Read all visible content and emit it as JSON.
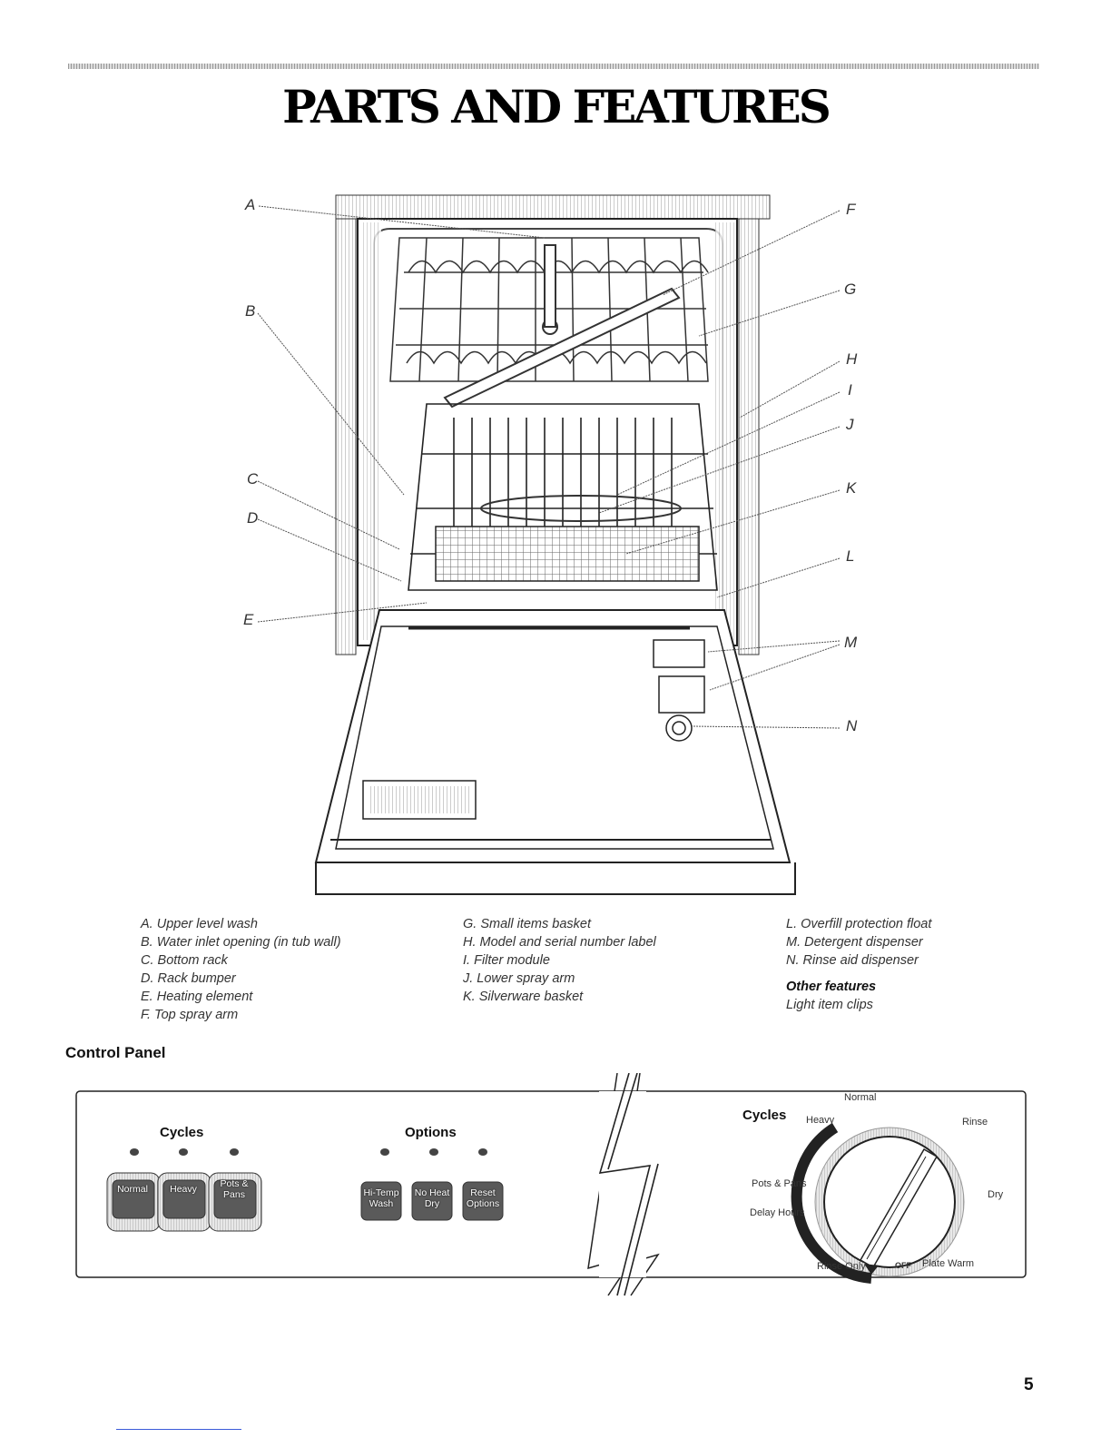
{
  "page": {
    "title": "PARTS AND FEATURES",
    "page_number": "5"
  },
  "callouts": [
    "A",
    "B",
    "C",
    "D",
    "E",
    "F",
    "G",
    "H",
    "I",
    "J",
    "K",
    "L",
    "M",
    "N"
  ],
  "legend": {
    "col1": [
      "A. Upper level wash",
      "B. Water inlet opening (in tub wall)",
      "C. Bottom rack",
      "D. Rack bumper",
      "E. Heating element",
      "F. Top spray arm"
    ],
    "col2": [
      "G. Small items basket",
      "H. Model and serial number label",
      "I. Filter module",
      "J. Lower spray arm",
      "K. Silverware basket"
    ],
    "col3": [
      "L. Overfill protection float",
      "M. Detergent dispenser",
      "N. Rinse aid dispenser"
    ],
    "other_features_heading": "Other features",
    "other_features": [
      "Light item clips"
    ]
  },
  "control_panel": {
    "heading": "Control Panel",
    "cycles_label": "Cycles",
    "options_label": "Options",
    "cycle_buttons": [
      "Normal",
      "Heavy",
      "Pots & Pans"
    ],
    "option_buttons": [
      "Hi-Temp Wash",
      "No Heat Dry",
      "Reset Options"
    ],
    "dial": {
      "label": "Cycles",
      "positions": [
        "Normal",
        "Heavy",
        "Rinse",
        "Pots & Pans",
        "Dry",
        "Delay Hours",
        "Rinse Only",
        "OFF",
        "Plate Warm"
      ]
    }
  },
  "colors": {
    "text": "#111111",
    "callout_text": "#333333",
    "button_fill": "#555555",
    "link_underline": "#3a5bd9"
  }
}
